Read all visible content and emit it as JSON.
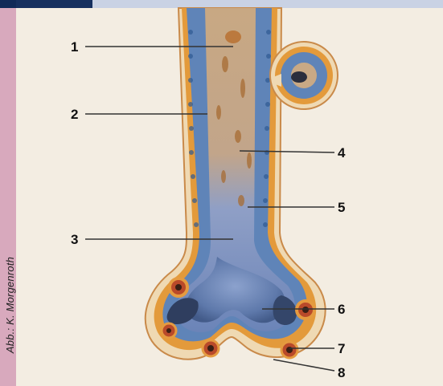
{
  "figure": {
    "credit": "Abb.: K. Morgenroth",
    "labels": [
      {
        "id": "1",
        "text": "1"
      },
      {
        "id": "2",
        "text": "2"
      },
      {
        "id": "3",
        "text": "3"
      },
      {
        "id": "4",
        "text": "4"
      },
      {
        "id": "5",
        "text": "5"
      },
      {
        "id": "6",
        "text": "6"
      },
      {
        "id": "7",
        "text": "7"
      },
      {
        "id": "8",
        "text": "8"
      }
    ]
  },
  "colors": {
    "left_border": "#d7a7bd",
    "top_bar": "#102a58",
    "header_strip": "#c9d2e4",
    "background": "#f3ede2",
    "tissue_orange": "#e2902f",
    "tissue_blue": "#5f84b8",
    "lumen_tan": "#c9a985",
    "lumen_blue": "#7f95c2"
  }
}
